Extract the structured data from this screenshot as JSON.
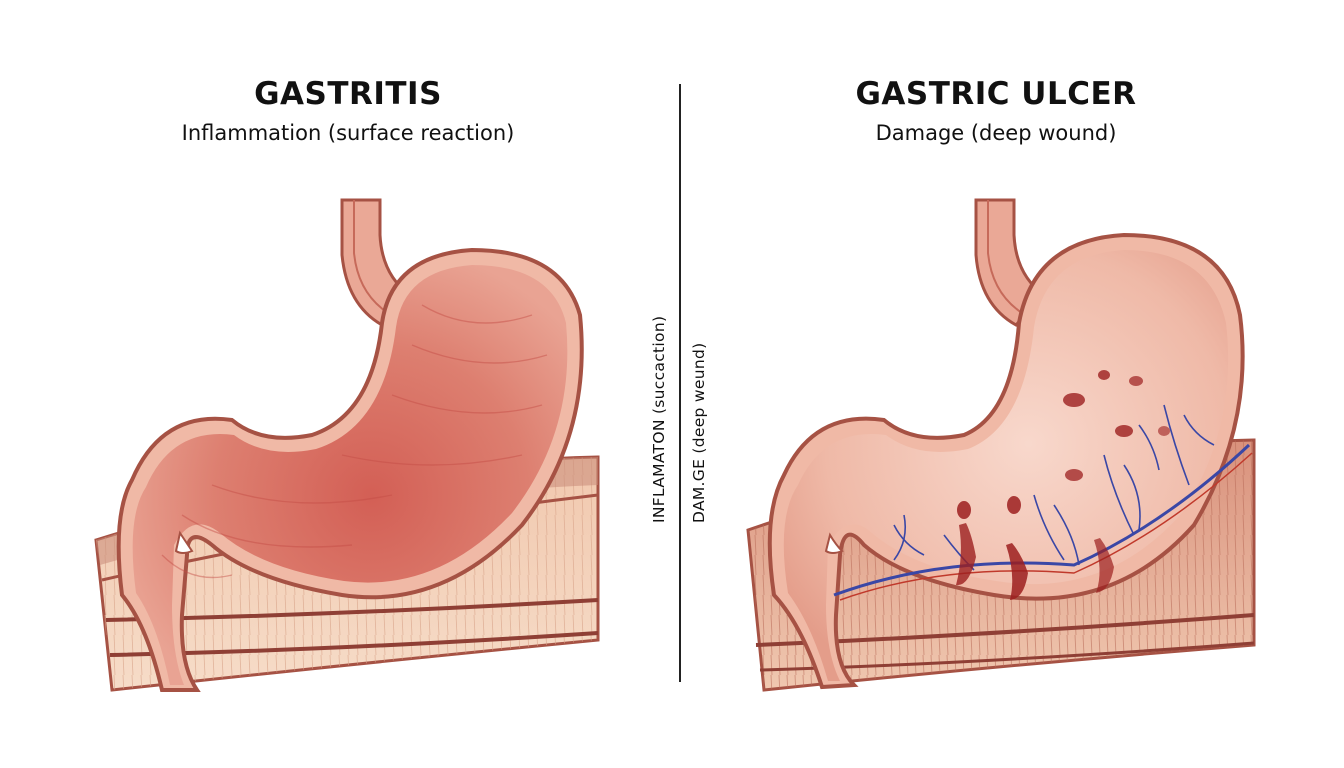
{
  "left_panel": {
    "title": "GASTRITIS",
    "subtitle": "Inflammation (surface reaction)",
    "vertical_label": "INFLAMATON (succaction)"
  },
  "right_panel": {
    "title": "GASTRIC ULCER",
    "subtitle": "Damage (deep wound)",
    "vertical_label": "DAM.GE (deep weund)"
  },
  "colors": {
    "background": "#ffffff",
    "tissue_light": "#f4d3bc",
    "tissue_outline": "#a65244",
    "inflamed_mucosa": "#d9786a",
    "ulcer_mucosa": "#f2c4b4",
    "blood": "#9c1f1f",
    "vessels": "#3a47a6",
    "divider": "#222222"
  }
}
